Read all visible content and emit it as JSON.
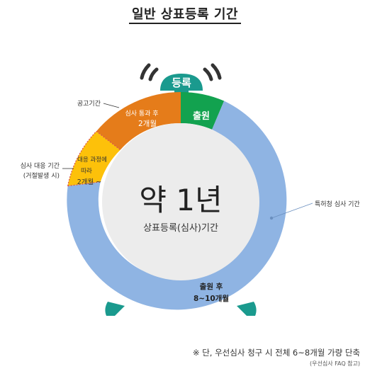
{
  "title": "일반 상표등록 기간",
  "alarm_top_label": "등록",
  "center": {
    "big": "약 1년",
    "small": "상표등록(심사)기간"
  },
  "segments": {
    "filing": "출원",
    "after_review": [
      "심사 통과 후",
      "2개월"
    ],
    "response": [
      "대응 과정에",
      "따라",
      "2개월 ~"
    ],
    "wait": [
      "출원 후",
      "8~10개월"
    ]
  },
  "callouts": {
    "publication": "공고기간",
    "response_period": [
      "심사 대응 기간",
      "(거절발생 시)"
    ],
    "patent_office": "특허청 심사 기간"
  },
  "note": "※ 단, 우선심사 청구 시 전체 6~8개월 가량 단축",
  "note_sub": "(우선심사 FAQ 참고)",
  "colors": {
    "blue": "#8fb4e3",
    "orange": "#e57c1a",
    "yellow": "#fdc10a",
    "green": "#12a24f",
    "teal": "#1a9a8e",
    "inner": "#ececec",
    "bell": "#333333"
  }
}
